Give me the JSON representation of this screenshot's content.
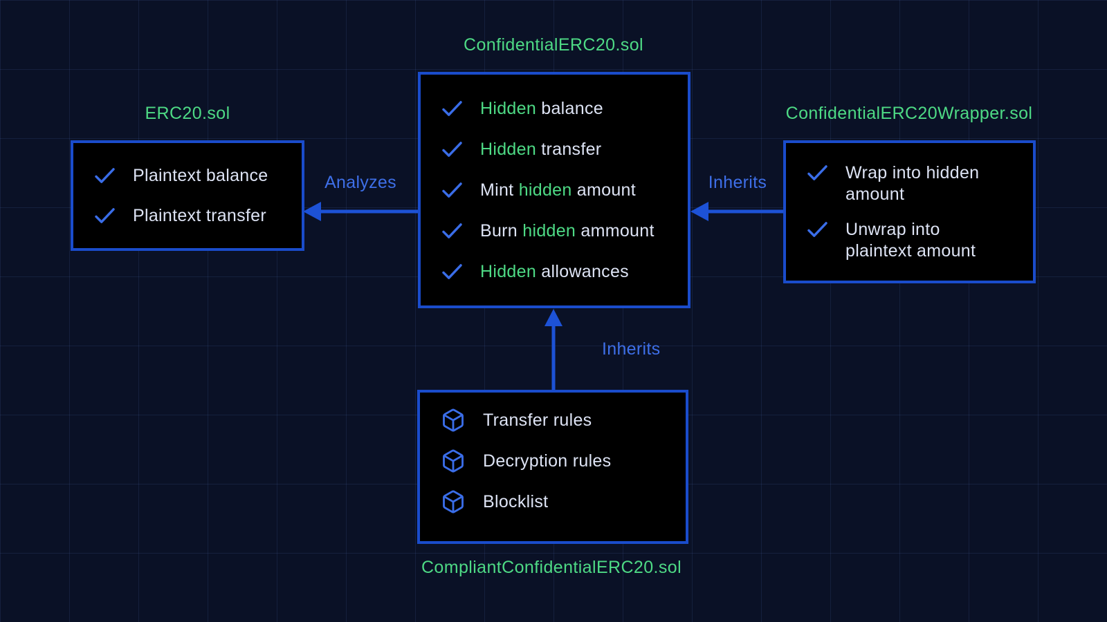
{
  "colors": {
    "background": "#0A1126",
    "grid_line": "#1B2847",
    "box_background": "#000000",
    "box_border": "#1A4CCB",
    "arrow_blue": "#1D52D6",
    "icon_blue": "#3A6DE8",
    "edge_label_blue": "#3E6FE8",
    "title_green": "#4EDA85",
    "text_white": "#DDE3F4"
  },
  "icons": {
    "feature_marker": "check-icon",
    "rule_marker": "cube-icon"
  },
  "nodes": {
    "erc20": {
      "title": "ERC20.sol",
      "items": [
        {
          "label": "Plaintext balance"
        },
        {
          "label": "Plaintext transfer"
        }
      ]
    },
    "confidential": {
      "title": "ConfidentialERC20.sol",
      "items": [
        {
          "pre": "",
          "highlight": "Hidden",
          "post": " balance"
        },
        {
          "pre": "",
          "highlight": "Hidden",
          "post": " transfer"
        },
        {
          "pre": "Mint ",
          "highlight": "hidden",
          "post": " amount"
        },
        {
          "pre": "Burn ",
          "highlight": "hidden",
          "post": " ammount"
        },
        {
          "pre": "",
          "highlight": "Hidden",
          "post": " allowances"
        }
      ]
    },
    "wrapper": {
      "title": "ConfidentialERC20Wrapper.sol",
      "items": [
        {
          "line1": "Wrap into hidden",
          "line2": "amount"
        },
        {
          "line1": "Unwrap into",
          "line2": "plaintext amount"
        }
      ]
    },
    "compliant": {
      "title": "CompliantConfidentialERC20.sol",
      "items": [
        {
          "label": "Transfer rules"
        },
        {
          "label": "Decryption rules"
        },
        {
          "label": "Blocklist"
        }
      ]
    }
  },
  "edges": {
    "analyzes": {
      "label": "Analyzes"
    },
    "inherits_right": {
      "label": "Inherits"
    },
    "inherits_bottom": {
      "label": "Inherits"
    }
  }
}
